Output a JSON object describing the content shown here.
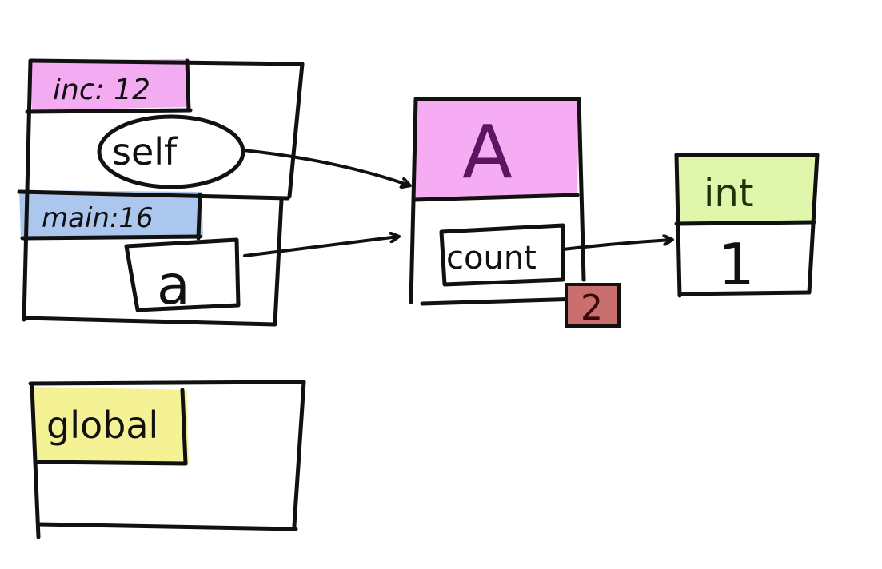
{
  "frames": {
    "inc": {
      "label": "inc: 12",
      "color": "#f2a6f0"
    },
    "main": {
      "label": "main:16",
      "color": "#a8c4ec"
    },
    "global": {
      "label": "global",
      "color": "#f3f18e"
    }
  },
  "variables": {
    "self": "self",
    "a": "a"
  },
  "objects": {
    "class_a": {
      "type_label": "A",
      "color": "#f4a8f2",
      "field": "count",
      "refcount": "2",
      "refcount_color": "#c9706f"
    },
    "int_obj": {
      "type_label": "int",
      "value": "1",
      "color": "#def5a7"
    }
  },
  "colors": {
    "ink": "#111111",
    "background": "#ffffff"
  }
}
